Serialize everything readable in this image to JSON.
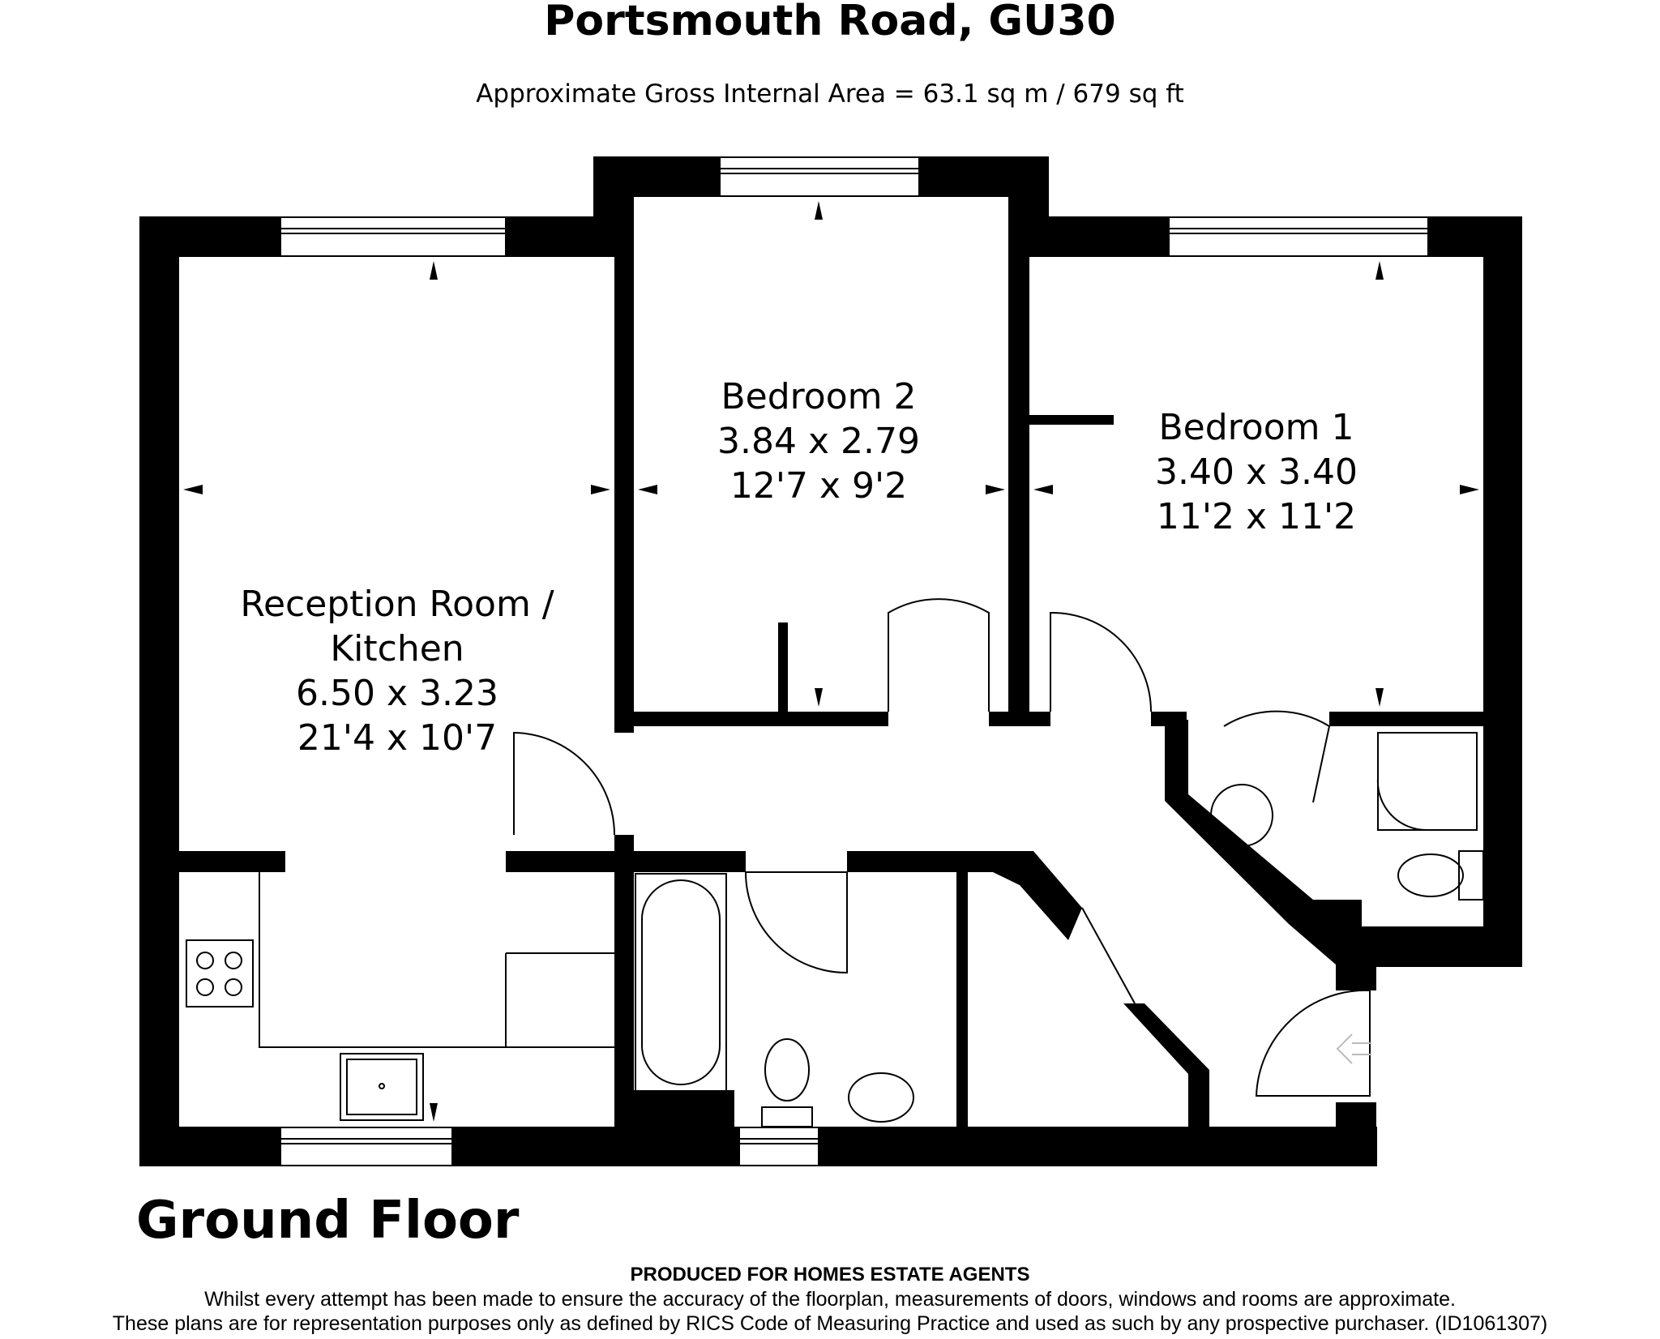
{
  "header": {
    "title": "Portsmouth Road, GU30",
    "area": "Approximate Gross Internal Area = 63.1 sq m / 679 sq ft"
  },
  "rooms": {
    "reception": {
      "name_line1": "Reception Room /",
      "name_line2": "Kitchen",
      "metric": "6.50 x 3.23",
      "imperial": "21'4 x 10'7"
    },
    "bedroom2": {
      "name": "Bedroom 2",
      "metric": "3.84 x 2.79",
      "imperial": "12'7 x 9'2"
    },
    "bedroom1": {
      "name": "Bedroom 1",
      "metric": "3.40 x 3.40",
      "imperial": "11'2 x 11'2"
    }
  },
  "floor_label": "Ground Floor",
  "footer": {
    "heading": "PRODUCED FOR HOMES ESTATE AGENTS",
    "line1": "Whilst every attempt has been made to ensure the accuracy of the floorplan, measurements of doors, windows and rooms are approximate.",
    "line2": "These plans are for representation purposes only as defined by RICS Code of Measuring Practice and used as such by any prospective purchaser. (ID1061307)"
  },
  "colors": {
    "wall": "#000000",
    "background": "#ffffff",
    "entrance_arrow": "#bbbbbb"
  }
}
